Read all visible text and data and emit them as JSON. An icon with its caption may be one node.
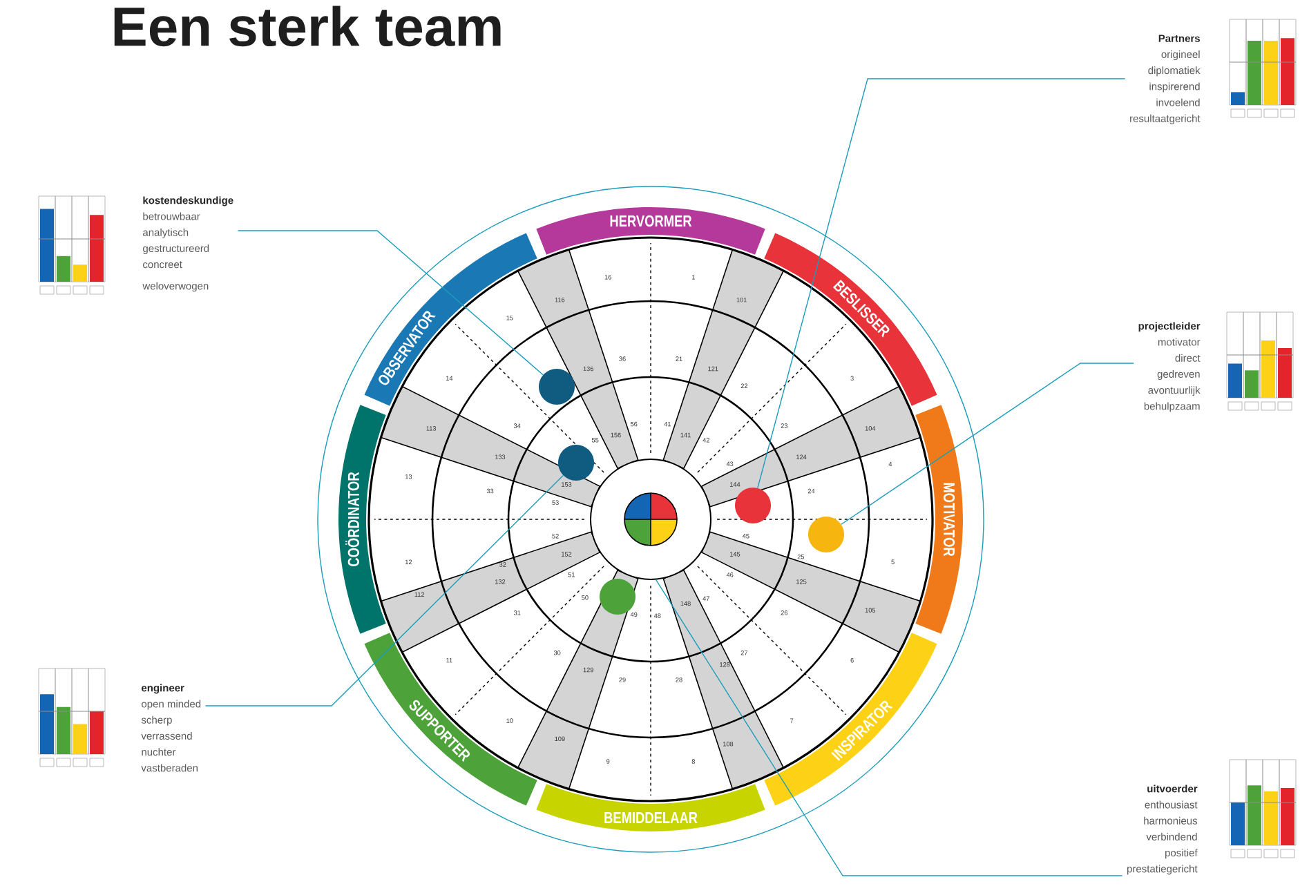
{
  "diagram": {
    "title": "Een sterk team",
    "nodes": [
      {
        "text": [
          "Partners",
          "origineel",
          "diplomatiek",
          "inspirerend",
          "invoelend",
          "resultaatgericht"
        ]
      },
      {
        "text": [
          "kostendeskundige",
          "betrouwbaar",
          "analytisch",
          "gestructureerd",
          "concreet",
          "weloverwogen"
        ]
      },
      {
        "text": [
          "HERVORMER"
        ]
      },
      {
        "text": [
          "OBSERVATOR"
        ]
      },
      {
        "text": [
          "BESLISSER"
        ]
      },
      {
        "text": [
          "projectleider",
          "motivator",
          "direct",
          "gedreven",
          "avontuurlijk",
          "behulpzaam"
        ]
      },
      {
        "text": [
          "COÖRDINATOR"
        ]
      },
      {
        "text": [
          "MOTIVATOR"
        ]
      },
      {
        "text": [
          "engineer",
          "open minded",
          "scherp",
          "verrassend",
          "nuchter",
          "vastberaden"
        ]
      },
      {
        "text": [
          "SUPPORTER"
        ]
      },
      {
        "text": [
          "INSPIRATOR"
        ]
      },
      {
        "text": [
          "BEMIDDELAAR"
        ]
      },
      {
        "text": [
          "uitvoerder",
          "enthousiast",
          "harmonieus",
          "verbindend",
          "positief",
          "prestatiegericht"
        ]
      },
      {
        "text": [],
        "shape": "circle"
      },
      {
        "text": [],
        "shape": "circle"
      },
      {
        "text": [],
        "shape": "circle"
      },
      {
        "text": [],
        "shape": "circle"
      },
      {
        "text": [],
        "shape": "circle"
      },
      {
        "text": [],
        "shape": "circle"
      }
    ],
    "edges": [
      {
        "from": 0,
        "to": 15,
        "arrow": "none"
      },
      {
        "from": 1,
        "to": 13,
        "arrow": "none"
      },
      {
        "from": 5,
        "to": 16,
        "arrow": "none"
      },
      {
        "from": 8,
        "to": 14,
        "arrow": "none"
      },
      {
        "from": 12,
        "to": 18,
        "arrow": "none"
      }
    ],
    "labels": [
      "116",
      "16",
      "1",
      "101",
      "3",
      "104",
      "4",
      "5",
      "105",
      "6",
      "7",
      "108",
      "8",
      "9",
      "109",
      "10",
      "11",
      "112",
      "12",
      "13",
      "113",
      "14",
      "15",
      "136",
      "36",
      "21",
      "121",
      "22",
      "23",
      "124",
      "24",
      "25",
      "125",
      "26",
      "27",
      "128",
      "28",
      "29",
      "129",
      "30",
      "31",
      "132",
      "32",
      "33",
      "133",
      "34",
      "156",
      "56",
      "41",
      "141",
      "42",
      "43",
      "144",
      "45",
      "145",
      "46",
      "47",
      "148",
      "48",
      "49",
      "50",
      "51",
      "152",
      "52",
      "53",
      "153",
      "55"
    ]
  }
}
